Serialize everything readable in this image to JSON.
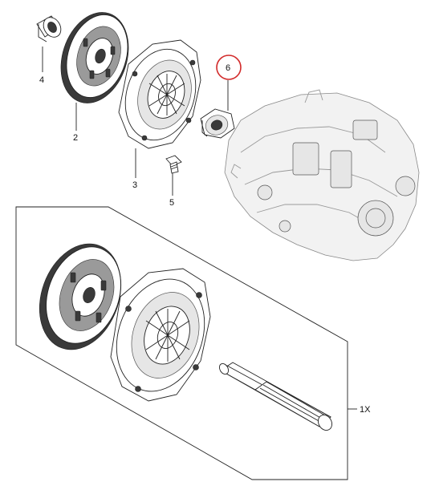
{
  "callouts": {
    "p1": "1X",
    "p2": "2",
    "p3": "3",
    "p4": "4",
    "p5": "5",
    "p6": "6"
  },
  "colors": {
    "highlight_ring": "#d22a2a",
    "line": "#222222",
    "background": "#ffffff"
  }
}
